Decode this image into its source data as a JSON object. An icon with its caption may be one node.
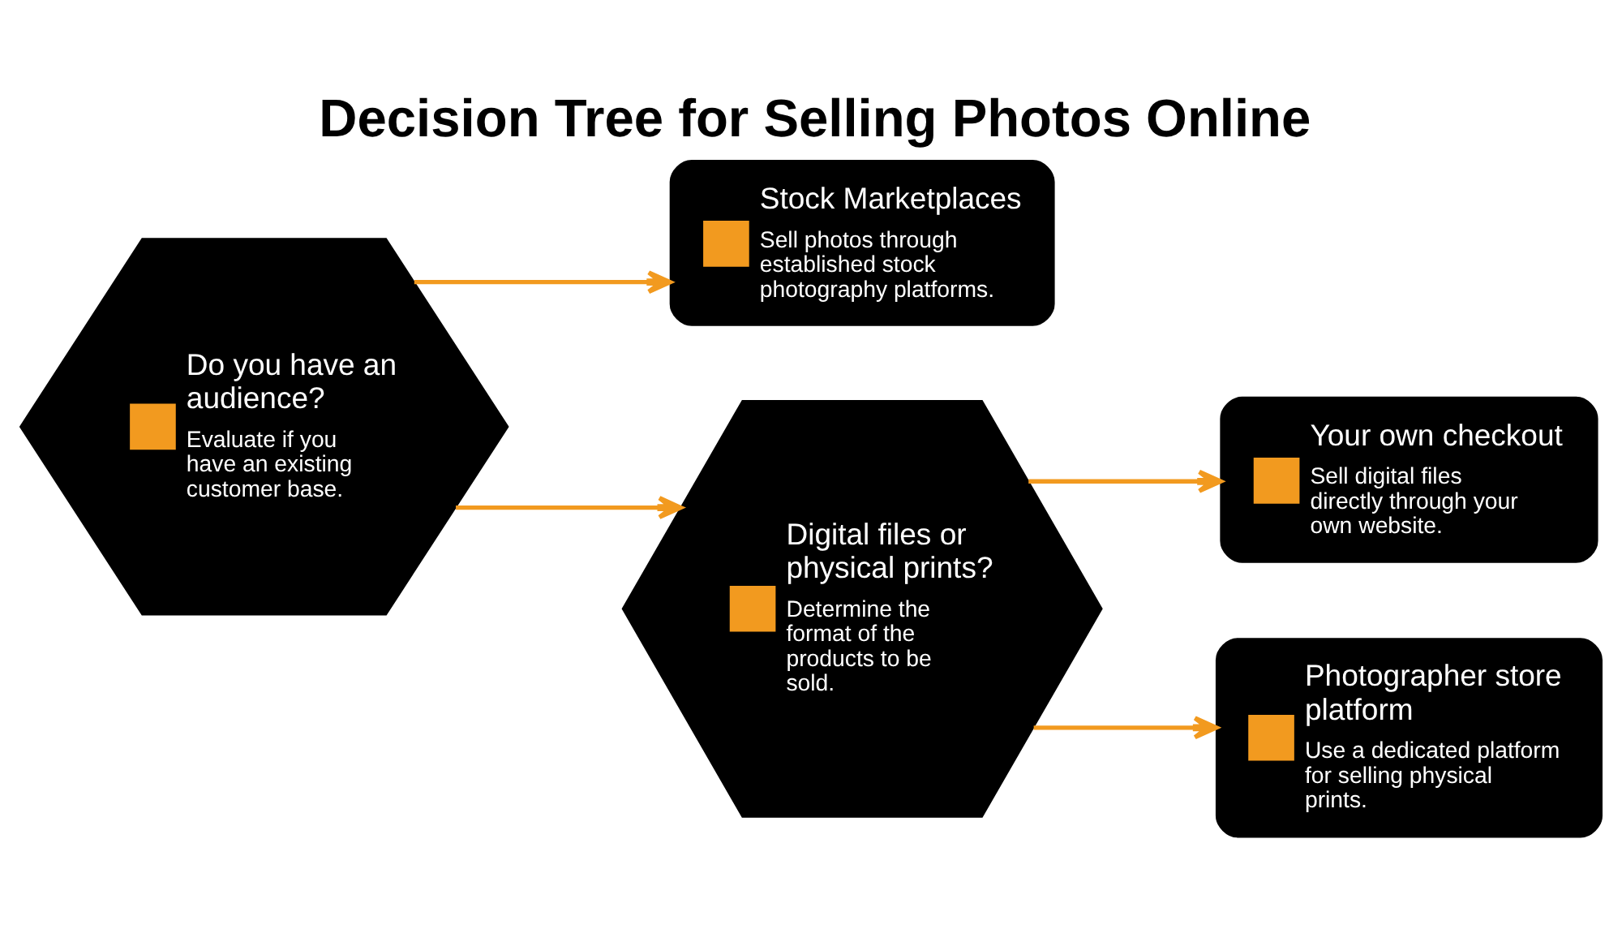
{
  "diagram": {
    "title": "Decision Tree for Selling Photos Online",
    "nodes": [
      {
        "text": [
          "Do you have an audience?",
          "Evaluate if you have an existing customer base."
        ]
      },
      {
        "text": [
          "Stock Marketplaces",
          "Sell photos through established stock photography platforms."
        ]
      },
      {
        "text": [
          "Digital files or physical prints?",
          "Determine the format of the products to be sold."
        ]
      },
      {
        "text": [
          "Your own checkout",
          "Sell digital files directly through your own website."
        ]
      },
      {
        "text": [
          "Photographer store platform",
          "Use a dedicated platform for selling physical prints."
        ]
      }
    ],
    "edges": [
      {
        "from": 0,
        "to": 1,
        "arrow": "to"
      },
      {
        "from": 0,
        "to": 2,
        "arrow": "to"
      },
      {
        "from": 2,
        "to": 3,
        "arrow": "to"
      },
      {
        "from": 2,
        "to": 4,
        "arrow": "to"
      }
    ]
  }
}
